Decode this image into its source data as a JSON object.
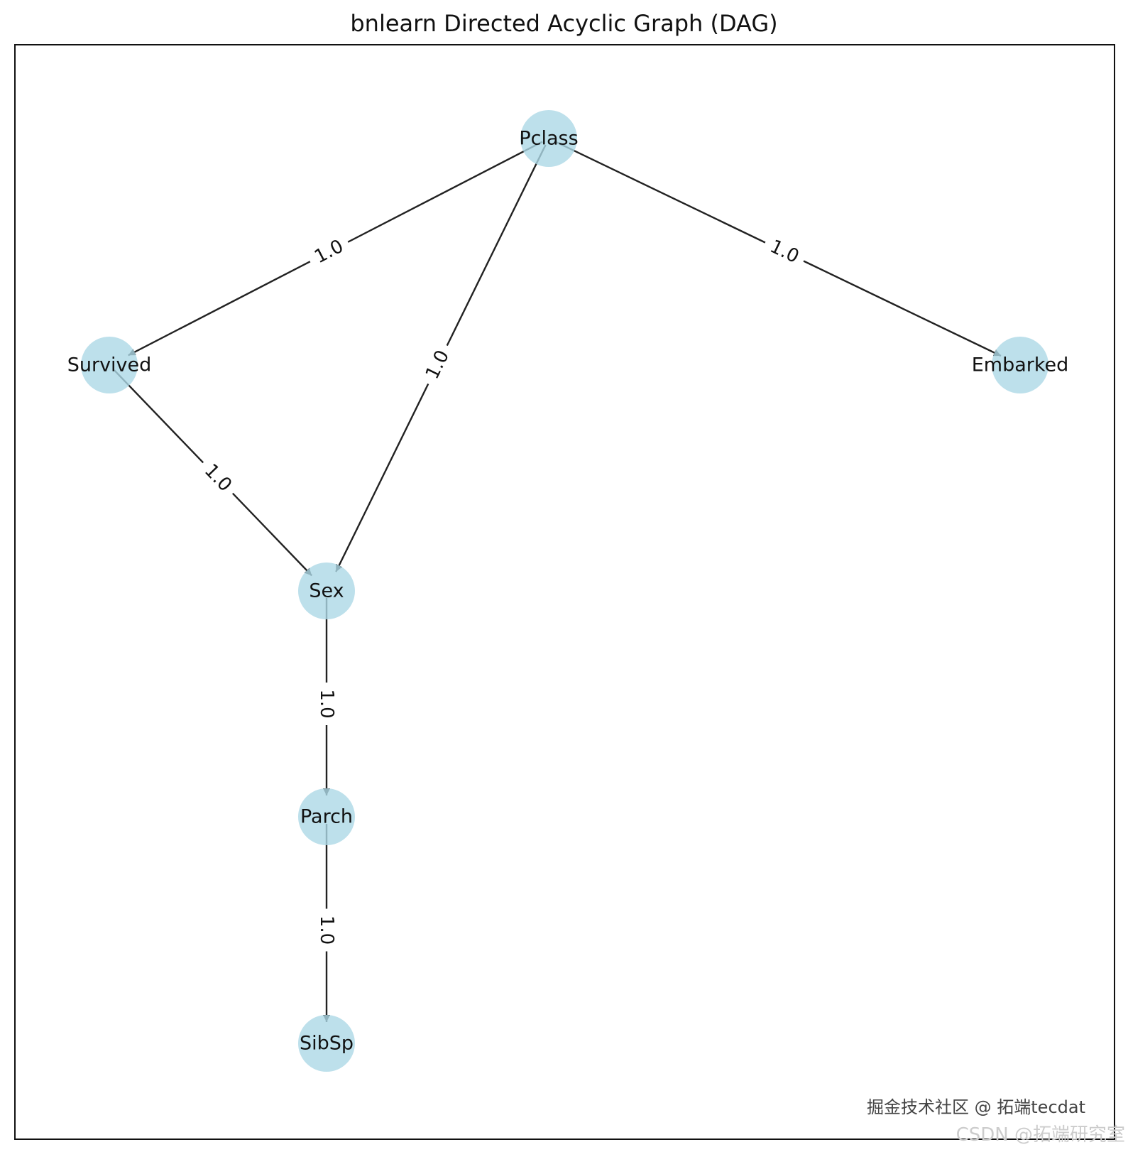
{
  "title": "bnlearn Directed Acyclic Graph (DAG)",
  "colors": {
    "node_fill": "#add8e6",
    "edge": "#222222",
    "frame": "#111111"
  },
  "nodes": [
    {
      "id": "Pclass",
      "label": "Pclass"
    },
    {
      "id": "Survived",
      "label": "Survived"
    },
    {
      "id": "Embarked",
      "label": "Embarked"
    },
    {
      "id": "Sex",
      "label": "Sex"
    },
    {
      "id": "Parch",
      "label": "Parch"
    },
    {
      "id": "SibSp",
      "label": "SibSp"
    }
  ],
  "edges": [
    {
      "from": "Pclass",
      "to": "Survived",
      "weight": "1.0"
    },
    {
      "from": "Pclass",
      "to": "Sex",
      "weight": "1.0"
    },
    {
      "from": "Pclass",
      "to": "Embarked",
      "weight": "1.0"
    },
    {
      "from": "Survived",
      "to": "Sex",
      "weight": "1.0"
    },
    {
      "from": "Sex",
      "to": "Parch",
      "weight": "1.0"
    },
    {
      "from": "Parch",
      "to": "SibSp",
      "weight": "1.0"
    }
  ],
  "watermark": "掘金技术社区 @ 拓端tecdat",
  "watermark2": "CSDN @拓端研究室"
}
